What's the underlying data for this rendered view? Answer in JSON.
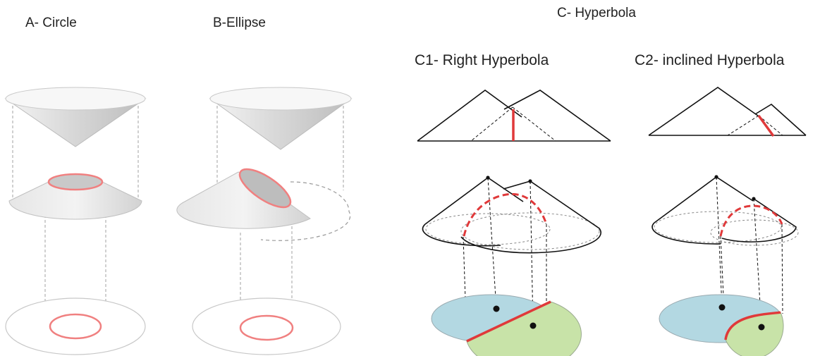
{
  "labels": {
    "circle": "A- Circle",
    "ellipse": "B-Ellipse",
    "hyperbola": "C- Hyperbola",
    "right_hyperbola": "C1- Right Hyperbola",
    "inclined_hyperbola": "C2- inclined Hyperbola"
  },
  "colors": {
    "section_curve": "#e0393a",
    "section_ring": "#f08080",
    "cone_fill": "#e8e8e8",
    "region_blue": "#b3d8e2",
    "region_green": "#c8e3a8",
    "outline": "#111111",
    "guide": "#9a9a9a"
  }
}
